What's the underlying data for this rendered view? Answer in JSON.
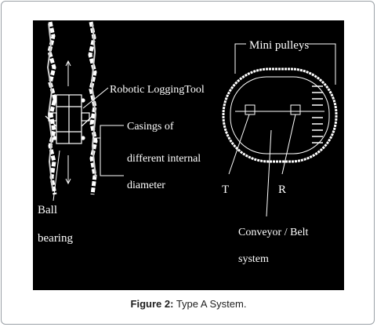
{
  "figure": {
    "labels": {
      "mini_pulleys": "Mini pulleys",
      "robotic_tool": "Robotic LoggingTool",
      "casings_1": "Casings of",
      "casings_2": "different internal",
      "casings_3": "diameter",
      "t": "T",
      "r": "R",
      "ball_1": "Ball",
      "ball_2": "bearing",
      "conveyor_1": "Conveyor / Belt",
      "conveyor_2": "system"
    },
    "colors": {
      "background": "#000000",
      "ink": "#ffffff"
    }
  },
  "caption": {
    "label": "Figure 2:",
    "text": " Type A System."
  }
}
